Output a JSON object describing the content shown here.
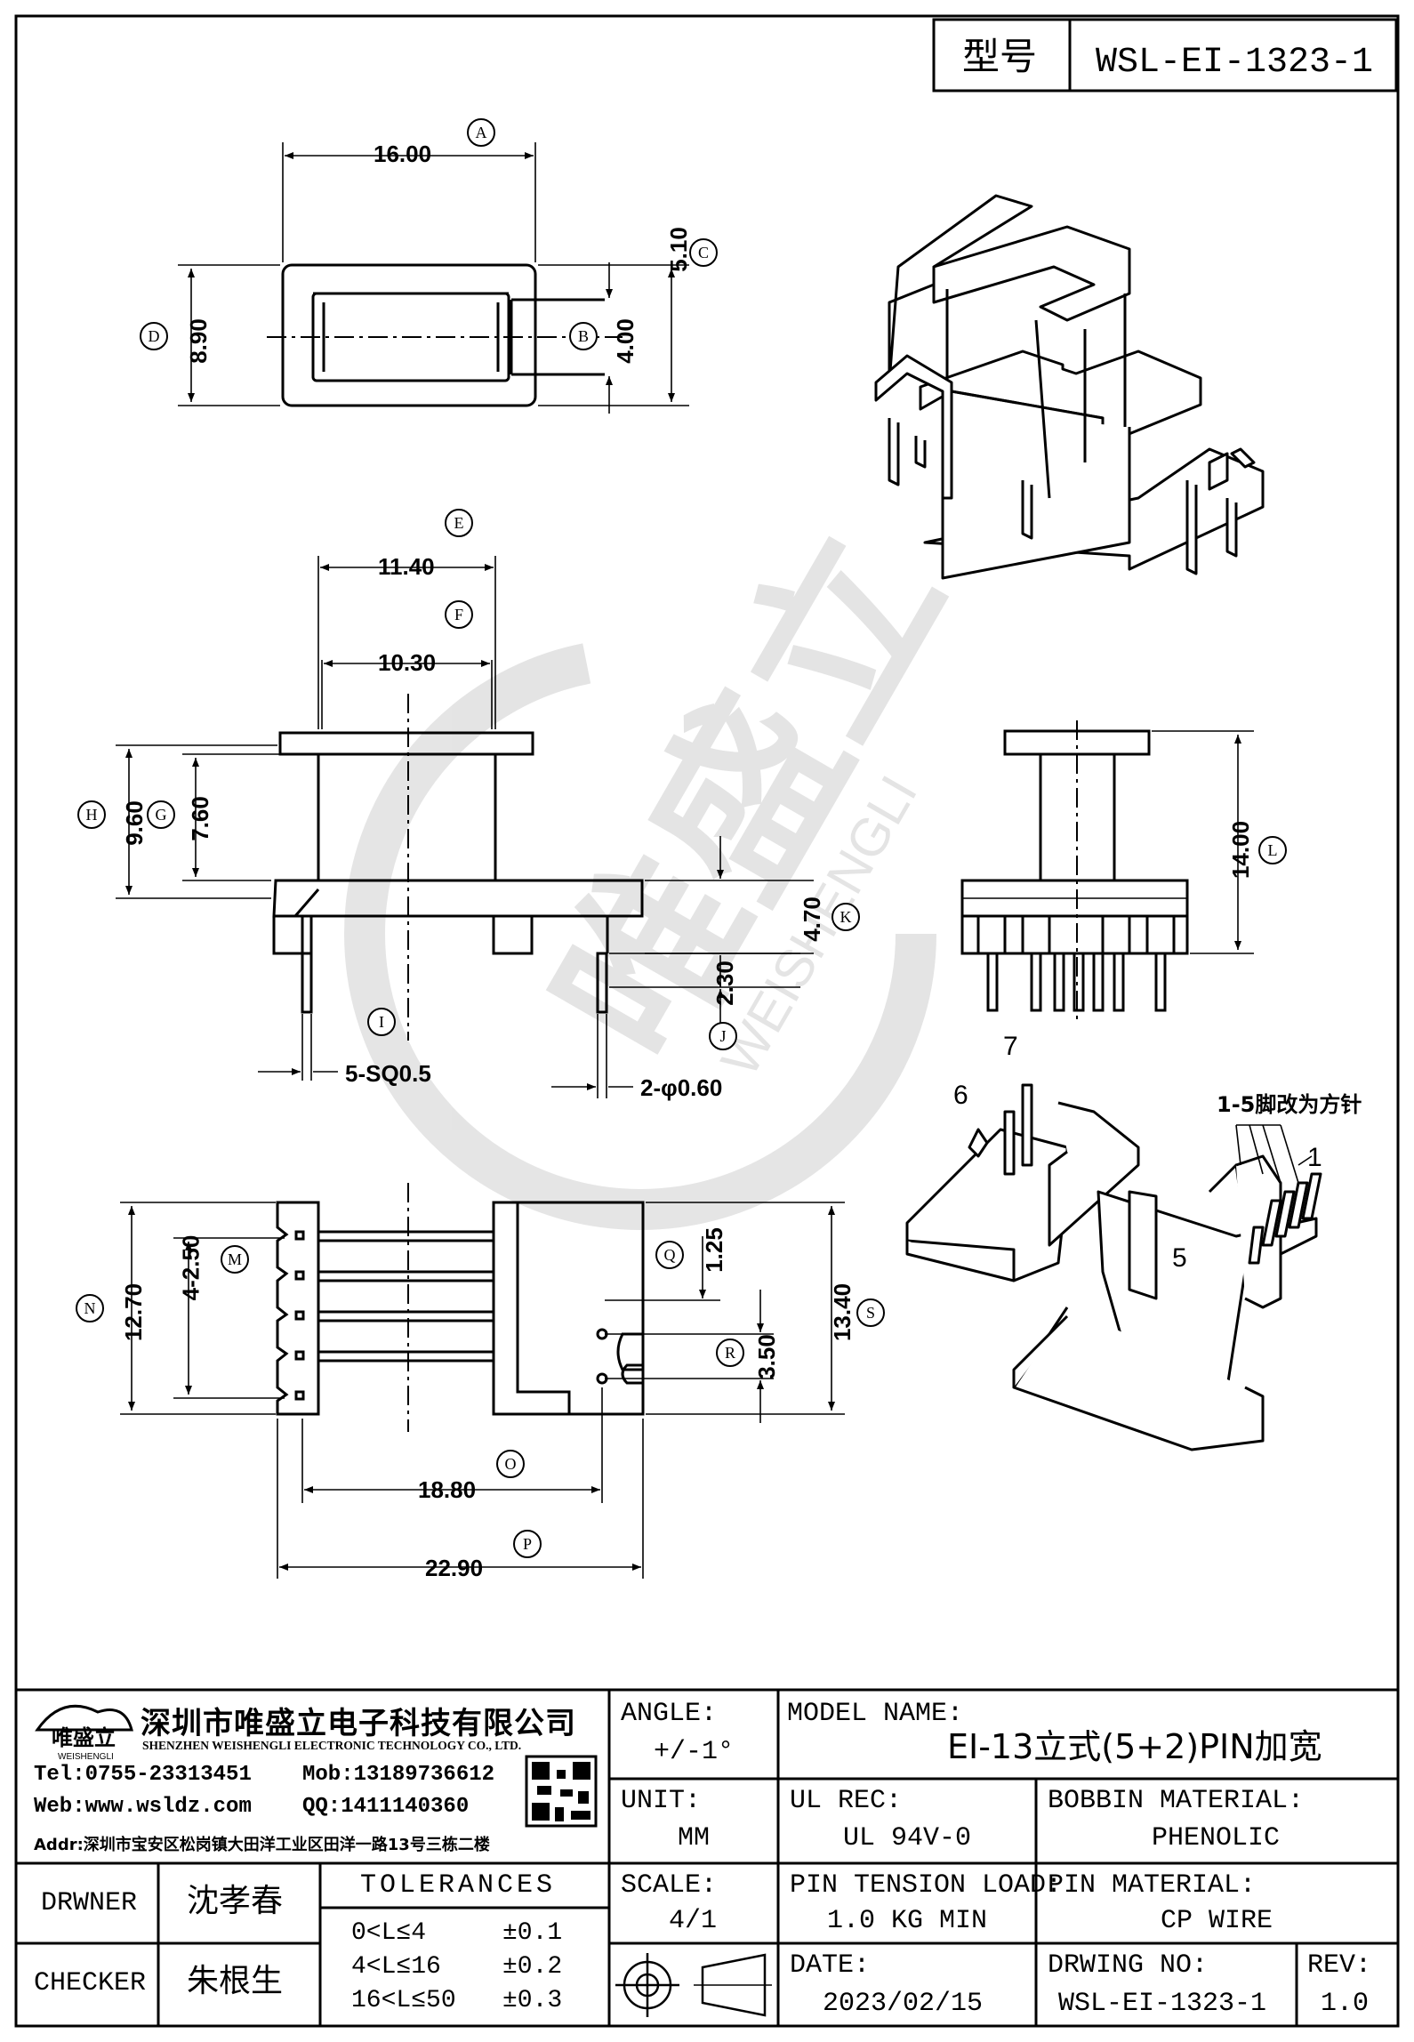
{
  "header": {
    "model_label": "型号",
    "model_value": "WSL-EI-1323-1"
  },
  "dims": {
    "A": "16.00",
    "C": "5.10",
    "B": "4.00",
    "D": "8.90",
    "E": "11.40",
    "F": "10.30",
    "H": "9.60",
    "G": "7.60",
    "K": "4.70",
    "J": "2.30",
    "L": "14.00",
    "I": "5-SQ0.5",
    "J2": "2-φ0.60",
    "N": "12.70",
    "M": "4-2.50",
    "Q": "1.25",
    "R": "3.50",
    "S": "13.40",
    "O": "18.80",
    "P": "22.90"
  },
  "balloons": [
    "A",
    "B",
    "C",
    "D",
    "E",
    "F",
    "G",
    "H",
    "I",
    "J",
    "K",
    "L",
    "M",
    "N",
    "O",
    "P",
    "Q",
    "R",
    "S"
  ],
  "iso_labels": {
    "pin6": "6",
    "pin7": "7",
    "pin1": "1",
    "pin5": "5",
    "note": "1-5脚改为方针"
  },
  "watermark": {
    "cn": "唯盛立",
    "en": "WEISHENGLI"
  },
  "company": {
    "logo_cn": "唯盛立",
    "logo_en": "WEISHENGLI",
    "name_cn": "深圳市唯盛立电子科技有限公司",
    "name_en": "SHENZHEN WEISHENGLI ELECTRONIC TECHNOLOGY CO., LTD.",
    "tel": "Tel:0755-23313451",
    "mob": "Mob:13189736612",
    "web": "Web:www.wsldz.com",
    "qq": "QQ:1411140360",
    "addr": "Addr:深圳市宝安区松岗镇大田洋工业区田洋一路13号三栋二楼"
  },
  "title_block": {
    "angle_label": "ANGLE:",
    "angle_value": "+/-1°",
    "model_name_label": "MODEL NAME:",
    "model_name_value": "EI-13立式(5+2)PIN加宽",
    "unit_label": "UNIT:",
    "unit_value": "MM",
    "ul_label": "UL REC:",
    "ul_value": "UL 94V-0",
    "bobbin_label": "BOBBIN MATERIAL:",
    "bobbin_value": "PHENOLIC",
    "drawer_label": "DRWNER",
    "drawer_value": "沈孝春",
    "checker_label": "CHECKER",
    "checker_value": "朱根生",
    "tolerances_label": "TOLERANCES",
    "tolerances": [
      {
        "range": "0<L≤4",
        "value": "±0.1"
      },
      {
        "range": "4<L≤16",
        "value": "±0.2"
      },
      {
        "range": "16<L≤50",
        "value": "±0.3"
      }
    ],
    "scale_label": "SCALE:",
    "scale_value": "4/1",
    "pin_tension_label": "PIN TENSION LOAD:",
    "pin_tension_value": "1.0 KG MIN",
    "pin_material_label": "PIN MATERIAL:",
    "pin_material_value": "CP WIRE",
    "date_label": "DATE:",
    "date_value": "2023/02/15",
    "drawing_no_label": "DRWING NO:",
    "drawing_no_value": "WSL-EI-1323-1",
    "rev_label": "REV:",
    "rev_value": "1.0"
  }
}
